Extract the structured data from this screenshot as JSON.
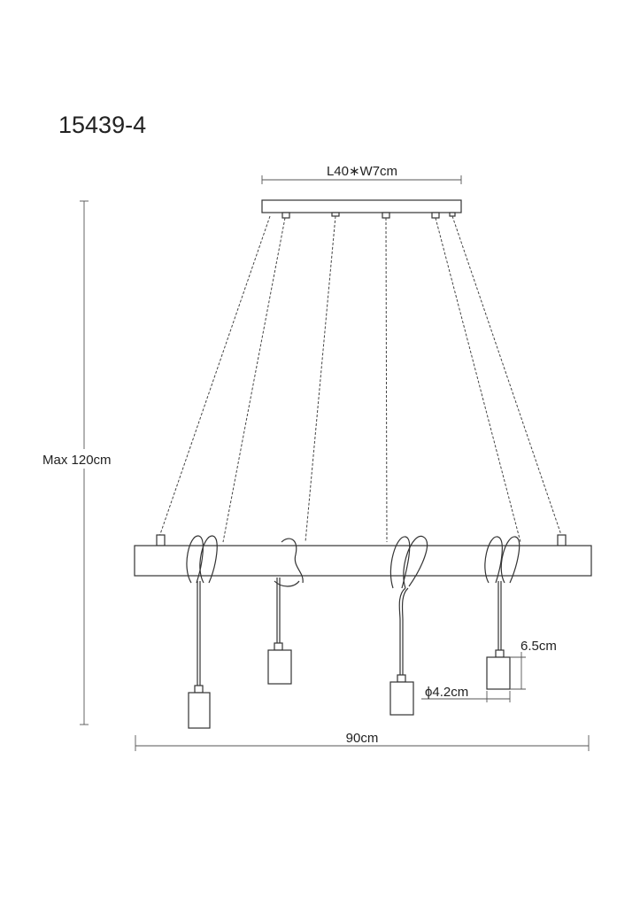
{
  "model_number": "15439-4",
  "dimensions": {
    "canopy_size": "L40∗W7cm",
    "max_height": "Max 120cm",
    "total_width": "90cm",
    "shade_height": "6.5cm",
    "shade_diameter": "ϕ4.2cm"
  },
  "colors": {
    "line": "#333333",
    "background": "#ffffff"
  }
}
